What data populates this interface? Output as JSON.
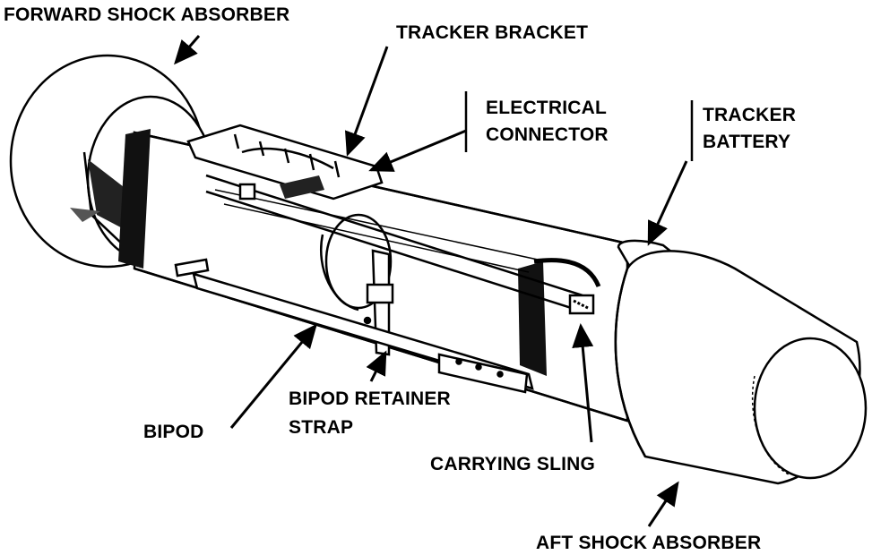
{
  "labels": {
    "forward_shock_absorber": "FORWARD SHOCK ABSORBER",
    "tracker_bracket": "TRACKER  BRACKET",
    "electrical_connector_line1": "ELECTRICAL",
    "electrical_connector_line2": "CONNECTOR",
    "tracker_battery_line1": "TRACKER",
    "tracker_battery_line2": "BATTERY",
    "bipod": "BIPOD",
    "bipod_retainer_strap_line1": "BIPOD RETAINER",
    "bipod_retainer_strap_line2": "STRAP",
    "carrying_sling": "CARRYING SLING",
    "aft_shock_absorber": "AFT SHOCK ABSORBER"
  },
  "colors": {
    "ink": "#000000",
    "paper": "#ffffff",
    "shade": "#d8d8d8"
  }
}
